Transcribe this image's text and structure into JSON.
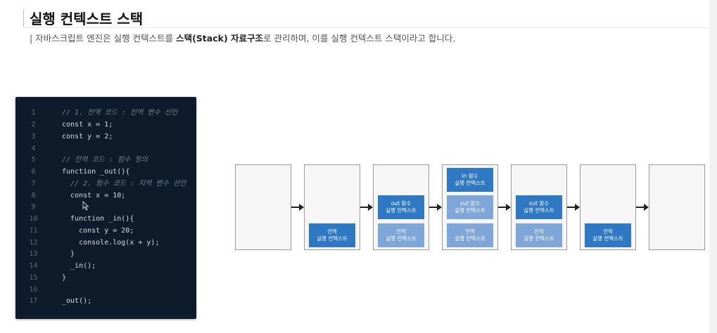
{
  "header": {
    "title": "실행 컨텍스트 스택",
    "subtitle_pre": "| 자바스크립트 엔진은 실행 컨텍스트를 ",
    "subtitle_bold": "스택(Stack) 자료구조",
    "subtitle_post": "로 관리하며, 이를 실행 컨텍스트 스택이라고 합니다."
  },
  "code": {
    "lines": [
      {
        "n": "1",
        "t": "// 1. 전역 코드 : 전역 변수 선언"
      },
      {
        "n": "2",
        "t": "const x = 1;"
      },
      {
        "n": "3",
        "t": "const y = 2;"
      },
      {
        "n": "4",
        "t": ""
      },
      {
        "n": "5",
        "t": "// 전역 코드 : 함수 정의"
      },
      {
        "n": "6",
        "t": "function _out(){"
      },
      {
        "n": "7",
        "t": "  // 2. 함수 코드 : 지역 변수 선언"
      },
      {
        "n": "8",
        "t": "  const x = 10;"
      },
      {
        "n": "9",
        "t": ""
      },
      {
        "n": "10",
        "t": "  function _in(){"
      },
      {
        "n": "11",
        "t": "    const y = 20;"
      },
      {
        "n": "12",
        "t": "    console.log(x + y);"
      },
      {
        "n": "13",
        "t": "  }"
      },
      {
        "n": "14",
        "t": "  _in();"
      },
      {
        "n": "15",
        "t": "}"
      },
      {
        "n": "16",
        "t": ""
      },
      {
        "n": "17",
        "t": "_out();"
      }
    ]
  },
  "stack": {
    "global_line1": "전역",
    "global_line2": "실행 컨텍스트",
    "out_line1": "out 함수",
    "out_line2": "실행 컨텍스트",
    "in_line1": "in 함수",
    "in_line2": "실행 컨텍스트"
  },
  "colors": {
    "active": "#2f78c4",
    "dim": "#7ea6d8",
    "editor_bg": "#0d1b2a"
  }
}
